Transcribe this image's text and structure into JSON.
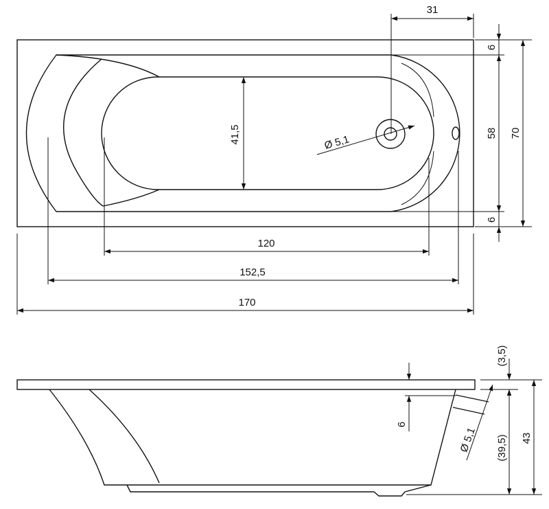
{
  "top_view": {
    "dimensions": {
      "overall_length": "170",
      "inner_length": "152,5",
      "bottom_length": "120",
      "bottom_width": "41,5",
      "drain_offset": "31",
      "drain_diameter": "Ø 5,1",
      "rim_top": "6",
      "rim_bottom": "6",
      "inner_width": "58",
      "overall_width": "70"
    }
  },
  "side_view": {
    "dimensions": {
      "rim_thickness": "(3,5)",
      "overflow_height": "6",
      "overflow_diameter": "Ø 5,1",
      "depth": "(39,5)",
      "overall_height": "43"
    }
  }
}
